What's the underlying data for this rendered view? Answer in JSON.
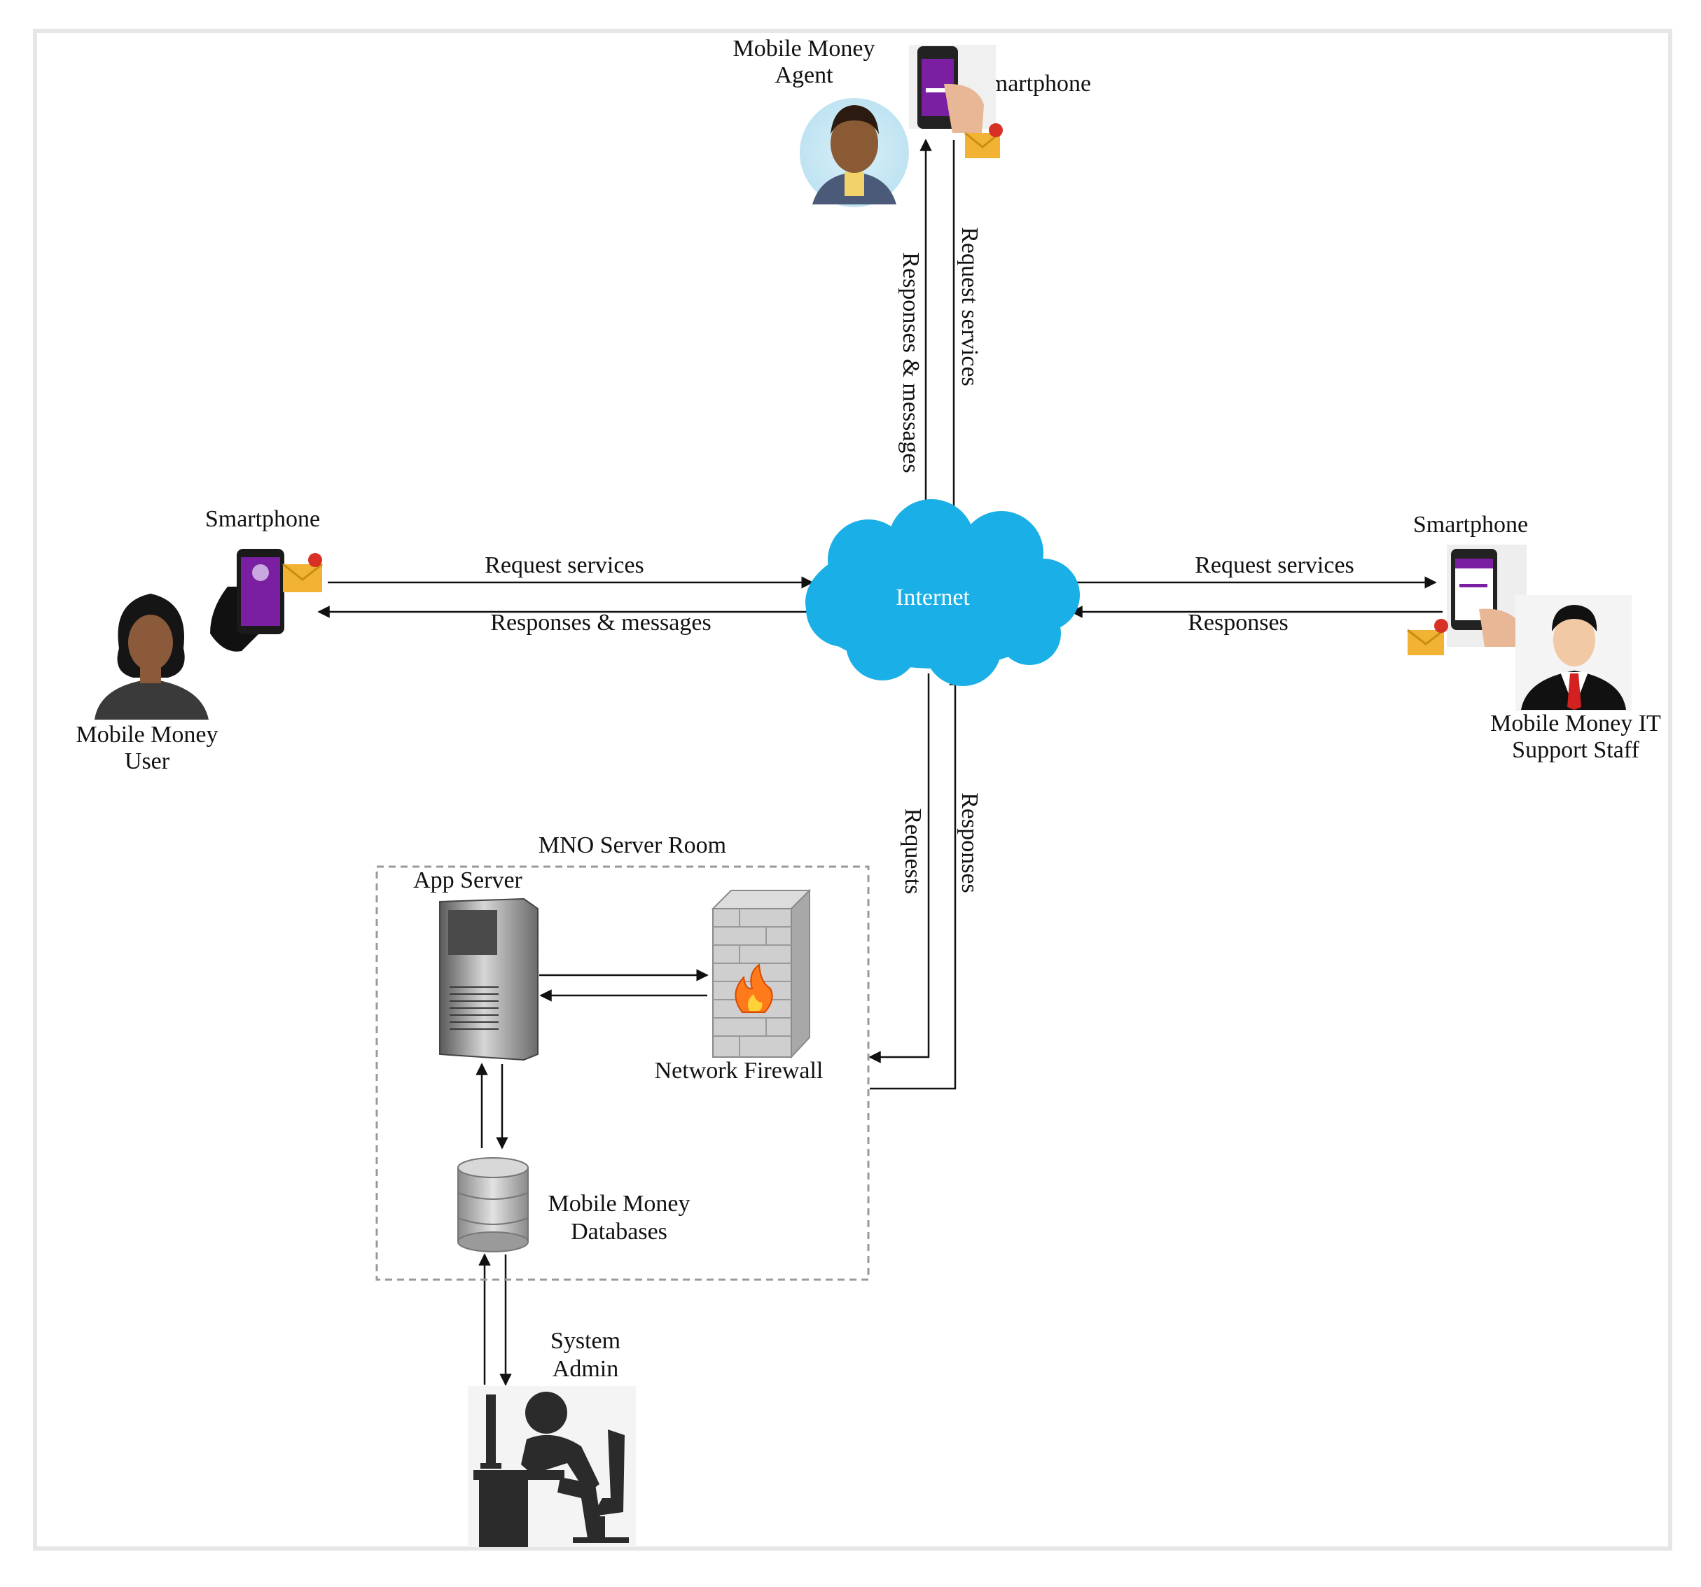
{
  "diagram": {
    "internet": "Internet",
    "agent": {
      "title_line1": "Mobile Money",
      "title_line2": "Agent",
      "device": "Smartphone"
    },
    "user": {
      "device": "Smartphone",
      "title_line1": "Mobile Money",
      "title_line2": "User"
    },
    "it_staff": {
      "device": "Smartphone",
      "title_line1": "Mobile Money IT",
      "title_line2": "Support Staff"
    },
    "server_room": {
      "title": "MNO Server Room",
      "app_server": "App Server",
      "firewall": "Network Firewall",
      "db_line1": "Mobile Money",
      "db_line2": "Databases"
    },
    "admin": {
      "title_line1": "System",
      "title_line2": "Admin"
    },
    "edges": {
      "agent_up": "Responses  & messages",
      "agent_down": "Request  services",
      "user_request": "Request  services",
      "user_response": "Responses  & messages",
      "it_request": "Request  services",
      "it_response": "Responses",
      "room_request": "Requests",
      "room_response": "Responses"
    }
  },
  "colors": {
    "cloud": "#1aafe6",
    "phone_screen": "#7a1fa2",
    "envelope": "#f2b233",
    "badge": "#d93025",
    "line": "#111111",
    "dashed_box": "#9a9a9a"
  }
}
